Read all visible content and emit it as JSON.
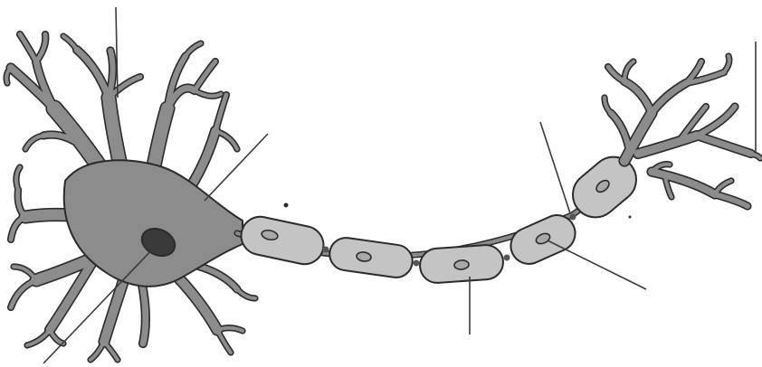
{
  "diagram": {
    "subject": "neuron",
    "parts": [
      {
        "id": "dendrites",
        "label": ""
      },
      {
        "id": "cell-body",
        "label": ""
      },
      {
        "id": "nucleus",
        "label": ""
      },
      {
        "id": "myelin-sheath",
        "label": ""
      },
      {
        "id": "node-of-ranvier",
        "label": ""
      },
      {
        "id": "schwann-cell-nucleus",
        "label": ""
      },
      {
        "id": "axon-terminals",
        "label": ""
      }
    ],
    "myelin_segment_count": 5
  },
  "colors": {
    "background": "#ffffff",
    "cell": "#8c8c8c",
    "myelin": "#c4c4c4",
    "nucleus": "#3a3a3a",
    "myelin_nucleus": "#a8a8a8",
    "outline": "#2b2b2b",
    "leader_line": "#3a3a3a"
  }
}
